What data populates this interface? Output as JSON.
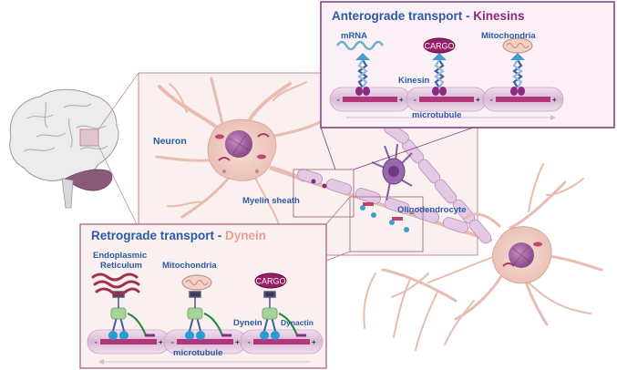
{
  "anterograde": {
    "title_main": "Anterograde transport - ",
    "title_motor": "Kinesins",
    "cargo_labels": [
      "mRNA",
      "CARGO",
      "Mitochondria"
    ],
    "motor_label": "Kinesin",
    "track_label": "microtubule",
    "minus": "-",
    "plus": "+"
  },
  "retrograde": {
    "title_main": "Retrograde transport - ",
    "title_motor": "Dynein",
    "cargo_label_er_line1": "Endoplasmic",
    "cargo_label_er_line2": "Reticulum",
    "cargo_label_mito": "Mitochondria",
    "cargo_label_cargo": "CARGO",
    "motor_label": "Dynein",
    "adaptor_label": "Dynactin",
    "track_label": "microtubule",
    "minus": "-",
    "plus": "+"
  },
  "neuron": {
    "neuron_label": "Neuron",
    "myelin_label": "Myelin sheath",
    "oligo_label": "Oligodendrocyte"
  },
  "colors": {
    "title_blue": "#2b5aa6",
    "kinesin_purple": "#8b2a7e",
    "dynein_salmon": "#e8a08e",
    "panel_border_top": "#7b3a78",
    "panel_border_bottom": "#b07890",
    "microtubule": "#b0357a",
    "neuron_fill": "#f3d6cf",
    "axon_myelin": "#e4c9e4"
  }
}
